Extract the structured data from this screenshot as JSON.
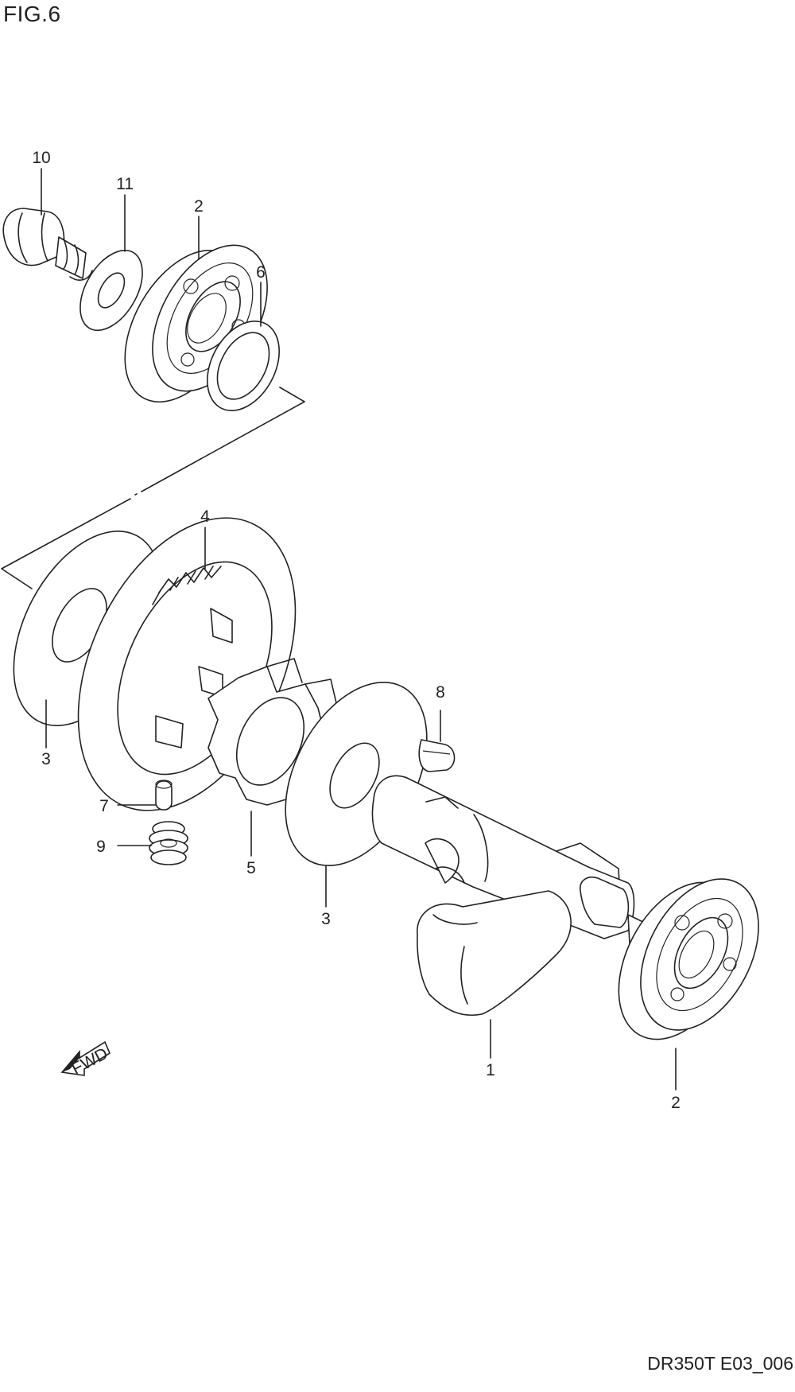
{
  "figure": {
    "title": "FIG.6",
    "code": "DR350T E03_006"
  },
  "callouts": {
    "c10": "10",
    "c11": "11",
    "c2_top": "2",
    "c6": "6",
    "c4": "4",
    "c3_left": "3",
    "c8": "8",
    "c7": "7",
    "c9": "9",
    "c5": "5",
    "c3_mid": "3",
    "c1": "1",
    "c2_bottom": "2"
  },
  "direction": {
    "label": "FWD"
  }
}
